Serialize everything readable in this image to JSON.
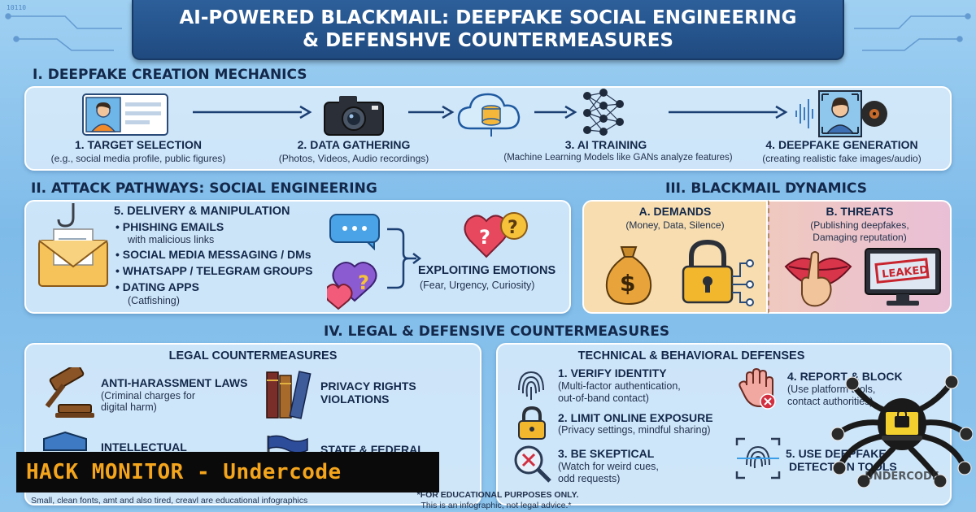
{
  "title": {
    "line1": "AI-POWERED BLACKMAIL: DEEPFAKE SOCIAL ENGINEERING",
    "line2": "& DEFENSHVE COUNTERMEASURES"
  },
  "section1": {
    "heading": "I. DEEPFAKE CREATION MECHANICS",
    "steps": [
      {
        "label": "1. TARGET SELECTION",
        "sub": "(e.g., social media profile, public figures)",
        "icon": "profile-card-icon"
      },
      {
        "label": "2. DATA GATHERING",
        "sub": "(Photos, Videos, Audio recordings)",
        "icon": "camera-icon"
      },
      {
        "label": "3. AI TRAINING",
        "sub": "(Machine Learning Models like GANs analyze features)",
        "icon": "neural-network-icon"
      },
      {
        "label": "4. DEEPFAKE GENERATION",
        "sub": "(creating realistic fake images/audio)",
        "icon": "deepfake-face-icon"
      }
    ]
  },
  "section2": {
    "heading": "II. ATTACK PATHWAYS: SOCIAL ENGINEERING",
    "delivery_title": "5. DELIVERY & MANIPULATION",
    "items": [
      {
        "label": "PHISHING EMAILS",
        "sub": "with malicious links"
      },
      {
        "label": "SOCIAL MEDIA MESSAGING / DMs",
        "sub": ""
      },
      {
        "label": "WHATSAPP / TELEGRAM GROUPS",
        "sub": ""
      },
      {
        "label": "DATING APPS",
        "sub": "(Catfishing)"
      }
    ],
    "emotions_title": "EXPLOITING EMOTIONS",
    "emotions_sub": "(Fear, Urgency, Curiosity)"
  },
  "section3": {
    "heading": "III. BLACKMAIL DYNAMICS",
    "demands_title": "A. DEMANDS",
    "demands_sub": "(Money, Data, Silence)",
    "threats_title": "B. THREATS",
    "threats_sub1": "(Publishing deepfakes,",
    "threats_sub2": "Damaging reputation)",
    "leaked_stamp": "LEAKED"
  },
  "section4": {
    "heading": "IV.  LEGAL & DEFENSIVE COUNTERMEASURES",
    "legal": {
      "title": "LEGAL COUNTERMEASURES",
      "items": [
        {
          "label": "ANTI-HARASSMENT LAWS",
          "sub1": "(Criminal charges for",
          "sub2": "digital harm)"
        },
        {
          "label": "PRIVACY RIGHTS",
          "sub1": "VIOLATIONS",
          "sub2": ""
        },
        {
          "label": "INTELLECTUAL",
          "sub1": "",
          "sub2": ""
        },
        {
          "label": "STATE & FEDERAL",
          "sub1": "",
          "sub2": ""
        }
      ]
    },
    "technical": {
      "title": "TECHNICAL & BEHAVIORAL DEFENSES",
      "items": [
        {
          "label": "1. VERIFY IDENTITY",
          "sub1": "(Multi-factor authentication,",
          "sub2": "out-of-band contact)"
        },
        {
          "label": "2. LIMIT ONLINE EXPOSURE",
          "sub1": "(Privacy settings, mindful sharing)",
          "sub2": ""
        },
        {
          "label": "3. BE SKEPTICAL",
          "sub1": "(Watch for weird cues,",
          "sub2": "odd requests)"
        },
        {
          "label": "4. REPORT & BLOCK",
          "sub1": "(Use platform tools,",
          "sub2": "contact authorities)"
        },
        {
          "label": "5. USE DEEPFAKE",
          "sub1": "DETECTION TOOLS",
          "sub2": ""
        }
      ]
    }
  },
  "footer": {
    "left_note": "Small, clean fonts, amt and also tired, creavl are educational infographics",
    "disclaimer1": "*FOR EDUCATIONAL PURPOSES ONLY.",
    "disclaimer2": "This is an infographic, not legal advice.*"
  },
  "watermark": {
    "banner": "HACK MONITOR - Undercode",
    "logo_text": "UNDERCODE"
  },
  "colors": {
    "title_bg": "#1f4a80",
    "panel_bg": "#e1f0fc",
    "demands_bg": "#f7ddb0",
    "threats_bg": "#f1c2c8",
    "hack_text": "#f4a51c",
    "arrow": "#1c3f73"
  }
}
